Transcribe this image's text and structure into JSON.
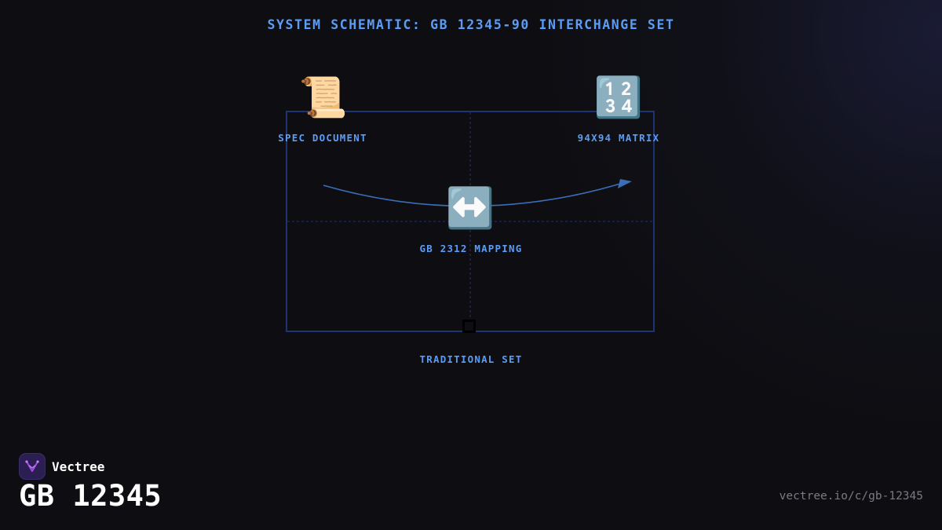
{
  "header": {
    "title": "SYSTEM SCHEMATIC: GB 12345-90 INTERCHANGE SET"
  },
  "diagram": {
    "nodes": [
      {
        "id": "spec",
        "icon": "📜",
        "icon_name": "scroll-icon",
        "label": "SPEC DOCUMENT"
      },
      {
        "id": "matrix",
        "icon": "🔢",
        "icon_name": "numbers-keycap-icon",
        "label": "94X94 MATRIX"
      },
      {
        "id": "mapping",
        "icon": "↔️",
        "icon_name": "left-right-arrow-icon",
        "label": "GB 2312 MAPPING"
      },
      {
        "id": "traditional",
        "icon": "",
        "icon_name": "square-outline-icon",
        "label": "TRADITIONAL SET"
      }
    ],
    "edges": [
      {
        "from": "spec",
        "to": "matrix",
        "style": "curved-arrow"
      }
    ]
  },
  "colors": {
    "accent": "#5b9cf5",
    "frame": "#1d3470",
    "arrow": "#3a6fb8",
    "background": "#0e0e12",
    "logo_bg": "#2a1e52",
    "logo_mark": "#a44ce0"
  },
  "footer": {
    "brand_name": "Vectree",
    "logo_icon": "vectree-logo-icon",
    "big_title": "GB 12345",
    "url": "vectree.io/c/gb-12345"
  }
}
